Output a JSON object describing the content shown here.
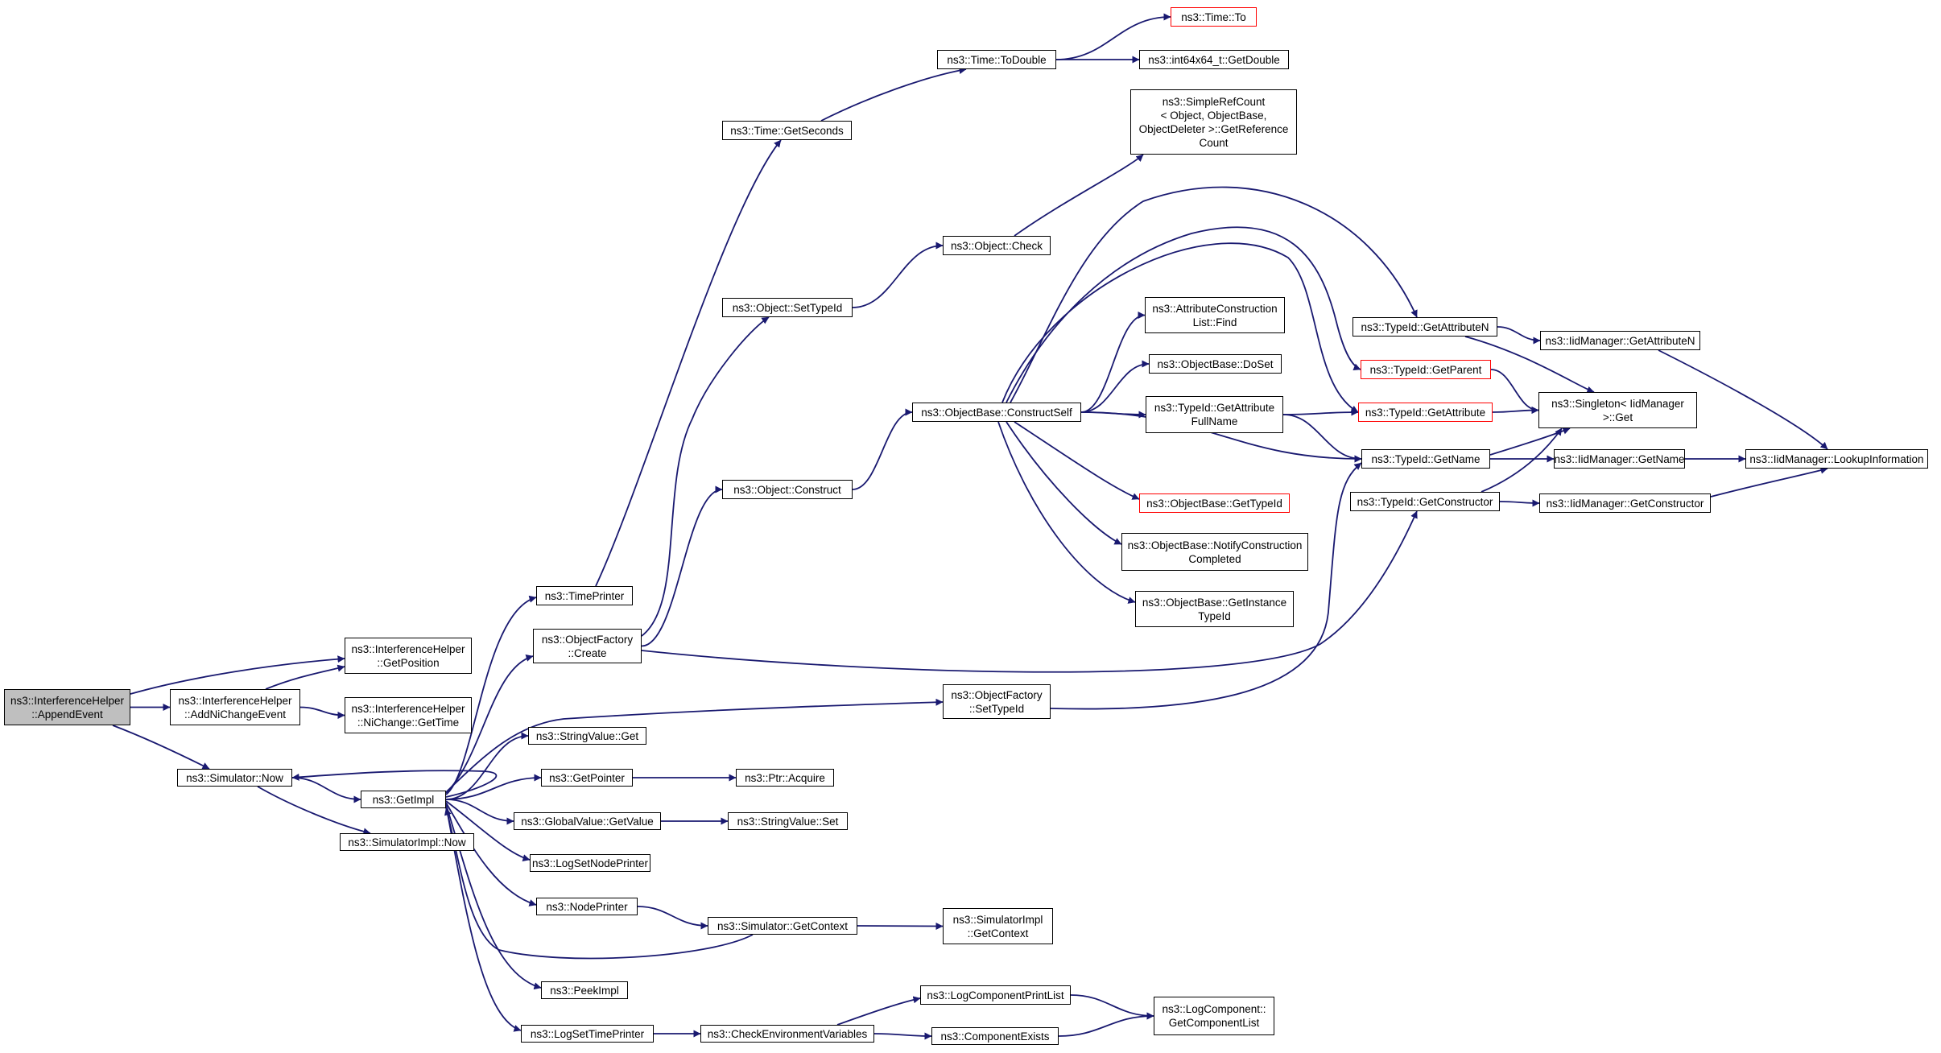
{
  "graph": {
    "nodes": [
      {
        "id": "append_event",
        "label": "ns3::InterferenceHelper\n::AppendEvent",
        "root": true
      },
      {
        "id": "get_position",
        "label": "ns3::InterferenceHelper\n::GetPosition"
      },
      {
        "id": "add_ni_change_event",
        "label": "ns3::InterferenceHelper\n::AddNiChangeEvent"
      },
      {
        "id": "ni_change_get_time",
        "label": "ns3::InterferenceHelper\n::NiChange::GetTime"
      },
      {
        "id": "simulator_now",
        "label": "ns3::Simulator::Now"
      },
      {
        "id": "simulatorimpl_now",
        "label": "ns3::SimulatorImpl::Now"
      },
      {
        "id": "get_impl",
        "label": "ns3::GetImpl"
      },
      {
        "id": "time_printer",
        "label": "ns3::TimePrinter"
      },
      {
        "id": "object_factory_create",
        "label": "ns3::ObjectFactory\n::Create"
      },
      {
        "id": "stringvalue_get",
        "label": "ns3::StringValue::Get"
      },
      {
        "id": "get_pointer",
        "label": "ns3::GetPointer"
      },
      {
        "id": "ptr_acquire",
        "label": "ns3::Ptr::Acquire"
      },
      {
        "id": "globalvalue_getvalue",
        "label": "ns3::GlobalValue::GetValue"
      },
      {
        "id": "stringvalue_set",
        "label": "ns3::StringValue::Set"
      },
      {
        "id": "log_set_node_printer",
        "label": "ns3::LogSetNodePrinter"
      },
      {
        "id": "node_printer",
        "label": "ns3::NodePrinter"
      },
      {
        "id": "simulator_get_context",
        "label": "ns3::Simulator::GetContext"
      },
      {
        "id": "simulatorimpl_get_context",
        "label": "ns3::SimulatorImpl\n::GetContext"
      },
      {
        "id": "peek_impl",
        "label": "ns3::PeekImpl"
      },
      {
        "id": "log_set_time_printer",
        "label": "ns3::LogSetTimePrinter"
      },
      {
        "id": "check_env_vars",
        "label": "ns3::CheckEnvironmentVariables"
      },
      {
        "id": "log_component_print_list",
        "label": "ns3::LogComponentPrintList"
      },
      {
        "id": "component_exists",
        "label": "ns3::ComponentExists"
      },
      {
        "id": "log_component_get_list",
        "label": "ns3::LogComponent::\nGetComponentList"
      },
      {
        "id": "time_get_seconds",
        "label": "ns3::Time::GetSeconds"
      },
      {
        "id": "time_to_double",
        "label": "ns3::Time::ToDouble"
      },
      {
        "id": "time_to",
        "label": "ns3::Time::To",
        "truncated": true
      },
      {
        "id": "int64x64_get_double",
        "label": "ns3::int64x64_t::GetDouble"
      },
      {
        "id": "object_set_type_id",
        "label": "ns3::Object::SetTypeId"
      },
      {
        "id": "object_check",
        "label": "ns3::Object::Check"
      },
      {
        "id": "simple_ref_count",
        "label": "ns3::SimpleRefCount\n< Object, ObjectBase,\n ObjectDeleter >::GetReference\nCount"
      },
      {
        "id": "object_construct",
        "label": "ns3::Object::Construct"
      },
      {
        "id": "objectbase_construct_self",
        "label": "ns3::ObjectBase::ConstructSelf"
      },
      {
        "id": "attr_construction_list_find",
        "label": "ns3::AttributeConstruction\nList::Find"
      },
      {
        "id": "objectbase_doset",
        "label": "ns3::ObjectBase::DoSet"
      },
      {
        "id": "typeid_get_attr_full_name",
        "label": "ns3::TypeId::GetAttribute\nFullName"
      },
      {
        "id": "objectbase_get_type_id",
        "label": "ns3::ObjectBase::GetTypeId",
        "truncated": true
      },
      {
        "id": "objectbase_notify_construction",
        "label": "ns3::ObjectBase::NotifyConstruction\nCompleted"
      },
      {
        "id": "objectbase_get_instance_type_id",
        "label": "ns3::ObjectBase::GetInstance\nTypeId"
      },
      {
        "id": "object_factory_set_type_id",
        "label": "ns3::ObjectFactory\n::SetTypeId"
      },
      {
        "id": "typeid_get_attribute_n",
        "label": "ns3::TypeId::GetAttributeN"
      },
      {
        "id": "typeid_get_parent",
        "label": "ns3::TypeId::GetParent",
        "truncated": true
      },
      {
        "id": "typeid_get_attribute",
        "label": "ns3::TypeId::GetAttribute",
        "truncated": true
      },
      {
        "id": "typeid_get_name",
        "label": "ns3::TypeId::GetName"
      },
      {
        "id": "typeid_get_constructor",
        "label": "ns3::TypeId::GetConstructor"
      },
      {
        "id": "singleton_get",
        "label": "ns3::Singleton< IidManager\n >::Get"
      },
      {
        "id": "iidmanager_get_attribute_n",
        "label": "ns3::IidManager::GetAttributeN"
      },
      {
        "id": "iidmanager_get_name",
        "label": "ns3::IidManager::GetName"
      },
      {
        "id": "iidmanager_get_constructor",
        "label": "ns3::IidManager::GetConstructor"
      },
      {
        "id": "iidmanager_lookup_information",
        "label": "ns3::IidManager::LookupInformation"
      }
    ],
    "edges": [
      {
        "from": "append_event",
        "to": "get_position"
      },
      {
        "from": "append_event",
        "to": "add_ni_change_event"
      },
      {
        "from": "append_event",
        "to": "simulator_now"
      },
      {
        "from": "add_ni_change_event",
        "to": "get_position"
      },
      {
        "from": "add_ni_change_event",
        "to": "ni_change_get_time"
      },
      {
        "from": "simulator_now",
        "to": "get_impl"
      },
      {
        "from": "simulator_now",
        "to": "simulatorimpl_now"
      },
      {
        "from": "get_impl",
        "to": "simulator_now"
      },
      {
        "from": "get_impl",
        "to": "time_printer"
      },
      {
        "from": "get_impl",
        "to": "object_factory_create"
      },
      {
        "from": "get_impl",
        "to": "object_factory_set_type_id"
      },
      {
        "from": "get_impl",
        "to": "stringvalue_get"
      },
      {
        "from": "get_impl",
        "to": "get_pointer"
      },
      {
        "from": "get_impl",
        "to": "globalvalue_getvalue"
      },
      {
        "from": "get_impl",
        "to": "log_set_node_printer"
      },
      {
        "from": "get_impl",
        "to": "node_printer"
      },
      {
        "from": "get_impl",
        "to": "peek_impl"
      },
      {
        "from": "get_impl",
        "to": "log_set_time_printer"
      },
      {
        "from": "simulator_get_context",
        "to": "get_impl"
      },
      {
        "from": "simulator_get_context",
        "to": "simulatorimpl_get_context"
      },
      {
        "from": "node_printer",
        "to": "simulator_get_context"
      },
      {
        "from": "get_pointer",
        "to": "ptr_acquire"
      },
      {
        "from": "globalvalue_getvalue",
        "to": "stringvalue_set"
      },
      {
        "from": "log_set_time_printer",
        "to": "check_env_vars"
      },
      {
        "from": "check_env_vars",
        "to": "log_component_print_list"
      },
      {
        "from": "check_env_vars",
        "to": "component_exists"
      },
      {
        "from": "log_component_print_list",
        "to": "log_component_get_list"
      },
      {
        "from": "component_exists",
        "to": "log_component_get_list"
      },
      {
        "from": "time_printer",
        "to": "time_get_seconds"
      },
      {
        "from": "time_get_seconds",
        "to": "time_to_double"
      },
      {
        "from": "time_to_double",
        "to": "time_to"
      },
      {
        "from": "time_to_double",
        "to": "int64x64_get_double"
      },
      {
        "from": "object_factory_create",
        "to": "object_set_type_id"
      },
      {
        "from": "object_factory_create",
        "to": "object_construct"
      },
      {
        "from": "object_factory_create",
        "to": "typeid_get_constructor"
      },
      {
        "from": "object_set_type_id",
        "to": "object_check"
      },
      {
        "from": "object_check",
        "to": "simple_ref_count"
      },
      {
        "from": "object_construct",
        "to": "objectbase_construct_self"
      },
      {
        "from": "objectbase_construct_self",
        "to": "typeid_get_attribute_n"
      },
      {
        "from": "objectbase_construct_self",
        "to": "typeid_get_parent"
      },
      {
        "from": "objectbase_construct_self",
        "to": "typeid_get_attribute"
      },
      {
        "from": "objectbase_construct_self",
        "to": "attr_construction_list_find"
      },
      {
        "from": "objectbase_construct_self",
        "to": "objectbase_doset"
      },
      {
        "from": "objectbase_construct_self",
        "to": "typeid_get_attr_full_name"
      },
      {
        "from": "objectbase_construct_self",
        "to": "typeid_get_name"
      },
      {
        "from": "objectbase_construct_self",
        "to": "objectbase_get_type_id"
      },
      {
        "from": "objectbase_construct_self",
        "to": "objectbase_notify_construction"
      },
      {
        "from": "objectbase_construct_self",
        "to": "objectbase_get_instance_type_id"
      },
      {
        "from": "typeid_get_attr_full_name",
        "to": "typeid_get_attribute"
      },
      {
        "from": "typeid_get_attr_full_name",
        "to": "typeid_get_name"
      },
      {
        "from": "object_factory_set_type_id",
        "to": "typeid_get_name"
      },
      {
        "from": "typeid_get_attribute_n",
        "to": "iidmanager_get_attribute_n"
      },
      {
        "from": "typeid_get_attribute_n",
        "to": "singleton_get"
      },
      {
        "from": "typeid_get_parent",
        "to": "singleton_get"
      },
      {
        "from": "typeid_get_attribute",
        "to": "singleton_get"
      },
      {
        "from": "typeid_get_name",
        "to": "singleton_get"
      },
      {
        "from": "typeid_get_name",
        "to": "iidmanager_get_name"
      },
      {
        "from": "typeid_get_constructor",
        "to": "singleton_get"
      },
      {
        "from": "typeid_get_constructor",
        "to": "iidmanager_get_constructor"
      },
      {
        "from": "iidmanager_get_attribute_n",
        "to": "iidmanager_lookup_information"
      },
      {
        "from": "iidmanager_get_name",
        "to": "iidmanager_lookup_information"
      },
      {
        "from": "iidmanager_get_constructor",
        "to": "iidmanager_lookup_information"
      }
    ]
  }
}
